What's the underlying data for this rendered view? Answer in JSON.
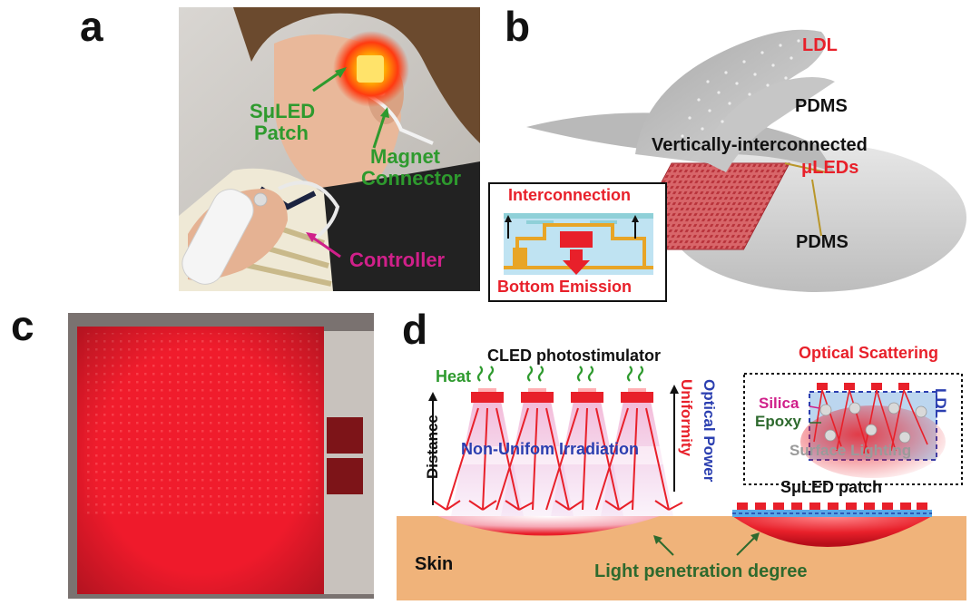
{
  "panel_a": {
    "letter": "a",
    "labels": {
      "patch_line1": "SμLED",
      "patch_line2": "Patch",
      "magnet_line1": "Magnet",
      "magnet_line2": "Connector",
      "controller": "Controller"
    }
  },
  "panel_b": {
    "letter": "b",
    "labels": {
      "ldl": "LDL",
      "pdms_top": "PDMS",
      "vertically": "Vertically-interconnected",
      "uleds": "μLEDs",
      "pdms_bottom": "PDMS",
      "interconnection": "Interconnection",
      "bottom_emission": "Bottom Emission"
    }
  },
  "panel_c": {
    "letter": "c"
  },
  "panel_d": {
    "letter": "d",
    "labels": {
      "cled": "CLED photostimulator",
      "heat": "Heat",
      "distance": "Distance",
      "uniformity": "Uniformity",
      "optical_power": "Optical Power",
      "non_uniform": "Non-Unifom Irradiation",
      "optical_scattering": "Optical Scattering",
      "silica": "Silica",
      "epoxy": "Epoxy",
      "ldl": "LDL",
      "surface_lighting": "Surface Lighting",
      "sμled_patch": "SμLED patch",
      "skin": "Skin",
      "light_penetration": "Light penetration degree"
    }
  },
  "colors": {
    "red": "#e8202a",
    "green": "#2e9a2e",
    "blue": "#2b3fb0",
    "magenta": "#d0208a",
    "skin": "#f0b37a",
    "dark": "#111111"
  }
}
